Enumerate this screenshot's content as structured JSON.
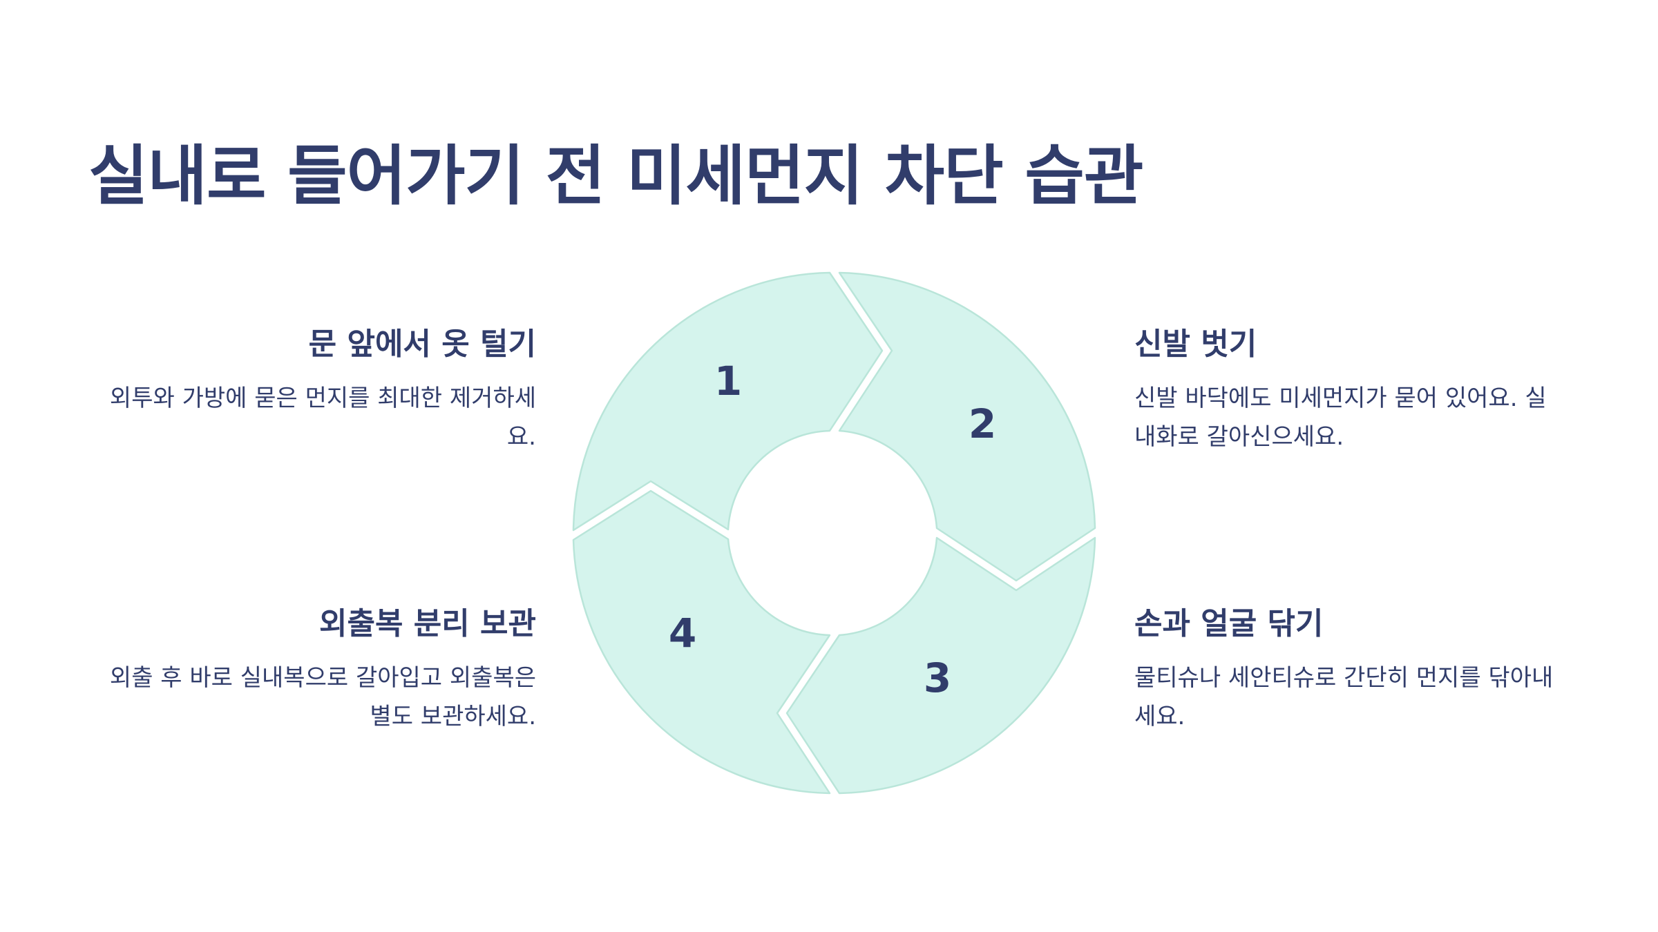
{
  "title": "실내로 들어가기 전 미세먼지 차단 습관",
  "colors": {
    "text": "#313d6b",
    "segment_fill": "#d5f4ed",
    "segment_stroke": "#b9e5d9",
    "background": "#ffffff"
  },
  "steps": [
    {
      "number": "1",
      "title": "문 앞에서 옷 털기",
      "desc_lines": [
        "외투와 가방에 묻은 먼지를 최대한 제거하세",
        "요."
      ]
    },
    {
      "number": "2",
      "title": "신발 벗기",
      "desc_lines": [
        "신발 바닥에도 미세먼지가 묻어 있어요. 실",
        "내화로 갈아신으세요."
      ]
    },
    {
      "number": "3",
      "title": "손과 얼굴 닦기",
      "desc_lines": [
        "물티슈나 세안티슈로 간단히 먼지를 닦아내",
        "세요."
      ]
    },
    {
      "number": "4",
      "title": "외출복 분리 보관",
      "desc_lines": [
        "외출 후 바로 실내복으로 갈아입고 외출복은",
        "별도 보관하세요."
      ]
    }
  ]
}
